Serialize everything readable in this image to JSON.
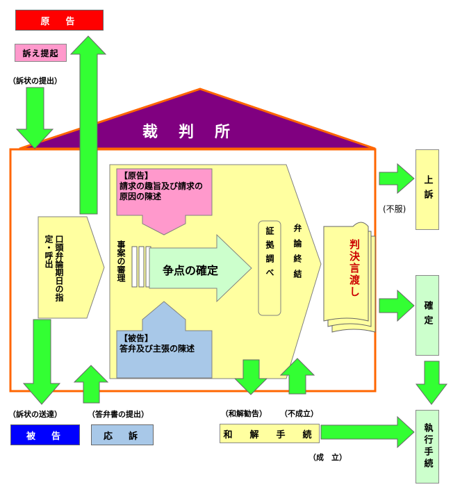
{
  "plaintiff": "原　告",
  "filing": "訴え提起",
  "complaint_submit": "（訴状の提出）",
  "court": "裁　判　所",
  "oral_date": "口頭弁論期日の指定・呼出",
  "case_review": "事案の審理",
  "plaintiff_claim_head": "【原告】",
  "plaintiff_claim_body": "請求の趣旨及び請求の原因の陳述",
  "defendant_claim_head": "【被告】",
  "defendant_claim_body": "答弁及び主張の陳述",
  "issue_confirm": "争点の確定",
  "evidence": "証拠調べ",
  "close_argument": "弁論終結",
  "judgment": "判決言渡し",
  "appeal": "上訴",
  "dissatisfied": "(不服)",
  "finalized": "確定",
  "enforcement": "執行手続",
  "complaint_delivery": "（訴状の送達）",
  "answer_submit": "（答弁書の提出）",
  "defendant": "被　告",
  "response": "応　訴",
  "settlement_advice": "（和解勧告）",
  "not_established": "（不成立）",
  "settlement": "和　解　手　続",
  "established": "（成　立）",
  "colors": {
    "plaintiff_red": "#ff0000",
    "defendant_blue": "#0000ff",
    "roof_purple": "#800080",
    "arrow_green": "#33ff33",
    "frame_orange": "#ff6600",
    "pale_yellow": "#ffffa0",
    "pink": "#ff99cc",
    "light_blue": "#a8c8e8",
    "light_green": "#ccffcc",
    "judgment_red": "#cc0000"
  }
}
